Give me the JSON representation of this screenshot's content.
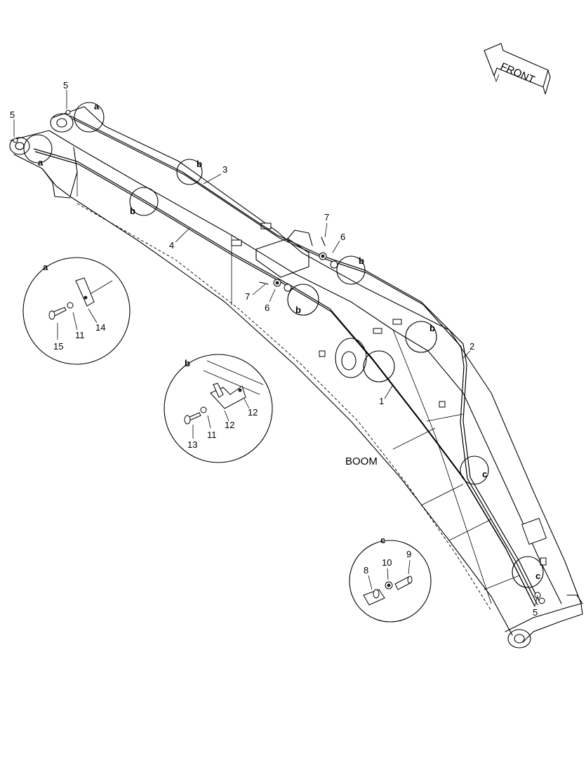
{
  "header": {
    "front_label": "FRONT"
  },
  "main": {
    "component_label": "BOOM"
  },
  "callouts": {
    "n1": "1",
    "n2": "2",
    "n3": "3",
    "n4": "4",
    "n5a": "5",
    "n5b": "5",
    "n5c": "5",
    "n6a": "6",
    "n6b": "6",
    "n7a": "7",
    "n7b": "7"
  },
  "markers": {
    "a1": "a",
    "a2": "a",
    "b1": "b",
    "b2": "b",
    "b3": "b",
    "b4": "b",
    "b5": "b",
    "c1": "c",
    "c2": "c"
  },
  "details": {
    "a": {
      "letter": "a",
      "parts": [
        "15",
        "11",
        "14"
      ]
    },
    "b": {
      "letter": "b",
      "parts": [
        "13",
        "11",
        "12",
        "12"
      ]
    },
    "c": {
      "letter": "c",
      "parts": [
        "8",
        "10",
        "9"
      ]
    }
  }
}
